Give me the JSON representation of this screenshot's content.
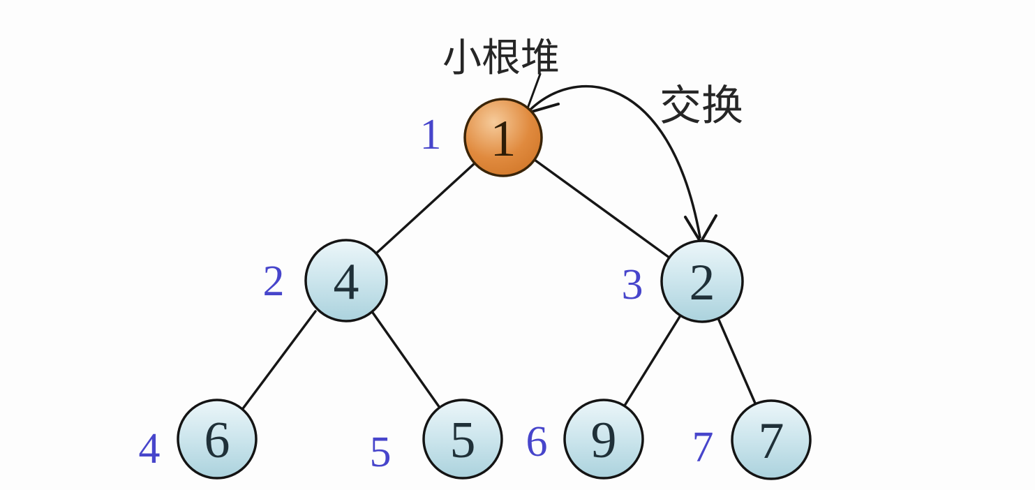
{
  "diagram": {
    "title_label": "小根堆",
    "swap_label": "交换",
    "description": "min-heap binary tree with swap arrow from root to right child",
    "heap_array": [
      1,
      4,
      2,
      6,
      5,
      9,
      7
    ],
    "nodes": [
      {
        "index": "1",
        "value": "1",
        "role": "root",
        "highlighted": true
      },
      {
        "index": "2",
        "value": "4",
        "role": "left-child-of-1"
      },
      {
        "index": "3",
        "value": "2",
        "role": "right-child-of-1",
        "swap_target": true
      },
      {
        "index": "4",
        "value": "6",
        "role": "left-child-of-2"
      },
      {
        "index": "5",
        "value": "5",
        "role": "right-child-of-2"
      },
      {
        "index": "6",
        "value": "9",
        "role": "left-child-of-3"
      },
      {
        "index": "7",
        "value": "7",
        "role": "right-child-of-3"
      }
    ],
    "edges": [
      {
        "from": "1",
        "to": "2"
      },
      {
        "from": "1",
        "to": "3"
      },
      {
        "from": "2",
        "to": "4"
      },
      {
        "from": "2",
        "to": "5"
      },
      {
        "from": "3",
        "to": "6"
      },
      {
        "from": "3",
        "to": "7"
      }
    ],
    "swap_arrow": {
      "from_node_index": "1",
      "to_node_index": "3",
      "style": "curved, arrowheads at both ends"
    },
    "colors": {
      "background": "#fdfdfd",
      "root_fill_light": "#f6cb9b",
      "root_fill_mid": "#e08a3e",
      "root_fill_dark": "#c96d1e",
      "root_stroke": "#3a2408",
      "blue_fill_top": "#e9f4f8",
      "blue_fill_bottom": "#abd2dd",
      "node_stroke": "#141414",
      "edge_stroke": "#161616",
      "index_text": "#4745cb",
      "value_text": "#1f3038",
      "label_text": "#262626"
    }
  }
}
